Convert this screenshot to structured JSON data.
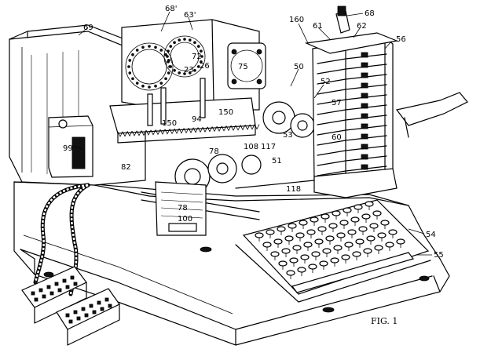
{
  "figure_label": "FIG. 1",
  "colors": {
    "ink": "#000000",
    "paper": "#ffffff"
  },
  "labels": {
    "l69": "69",
    "l68p": "68'",
    "l63p": "63'",
    "l160": "160",
    "l61": "61",
    "l68": "68",
    "l62": "62",
    "l56": "56",
    "l72": "72",
    "l23": "23",
    "l26": "26",
    "l75": "75",
    "l50": "50",
    "l52": "52",
    "l150a": "150",
    "l94": "94",
    "l150b": "150",
    "l57": "57",
    "l53": "53",
    "l60": "60",
    "l99": "99",
    "l78a": "78",
    "l108": "108",
    "l117": "117",
    "l82": "82",
    "l51": "51",
    "l118": "118",
    "l78b": "78",
    "l100": "100",
    "l54": "54",
    "l55": "55"
  }
}
